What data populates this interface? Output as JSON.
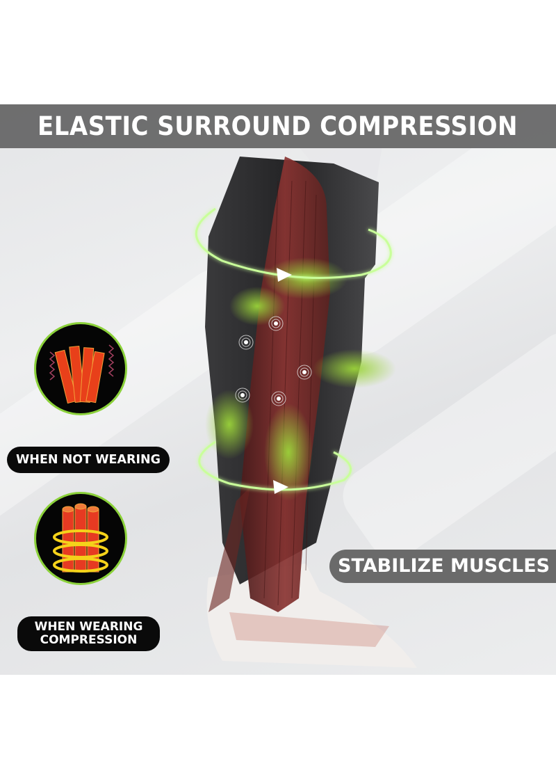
{
  "header": {
    "title": "ELASTIC SURROUND COMPRESSION"
  },
  "comparison": {
    "not_wearing": {
      "label": "WHEN NOT WEARING",
      "icon": "loose-muscle-fibers-icon"
    },
    "wearing": {
      "label_line1": "WHEN WEARING",
      "label_line2": "COMPRESSION",
      "icon": "compressed-muscle-fibers-icon"
    }
  },
  "callout": {
    "label": "STABILIZE MUSCLES"
  },
  "illustration": {
    "subject": "calf-compression-sleeve-with-muscle-anatomy",
    "pressure_points": 5,
    "rings": 2
  },
  "colors": {
    "title_bar": "#646464",
    "accent_green": "#8bd13a",
    "pill_dark": "#0a0a0a",
    "callout_bg": "#6a6a6a",
    "muscle_red": "#7a2a28",
    "sleeve": "#2e2e30"
  }
}
